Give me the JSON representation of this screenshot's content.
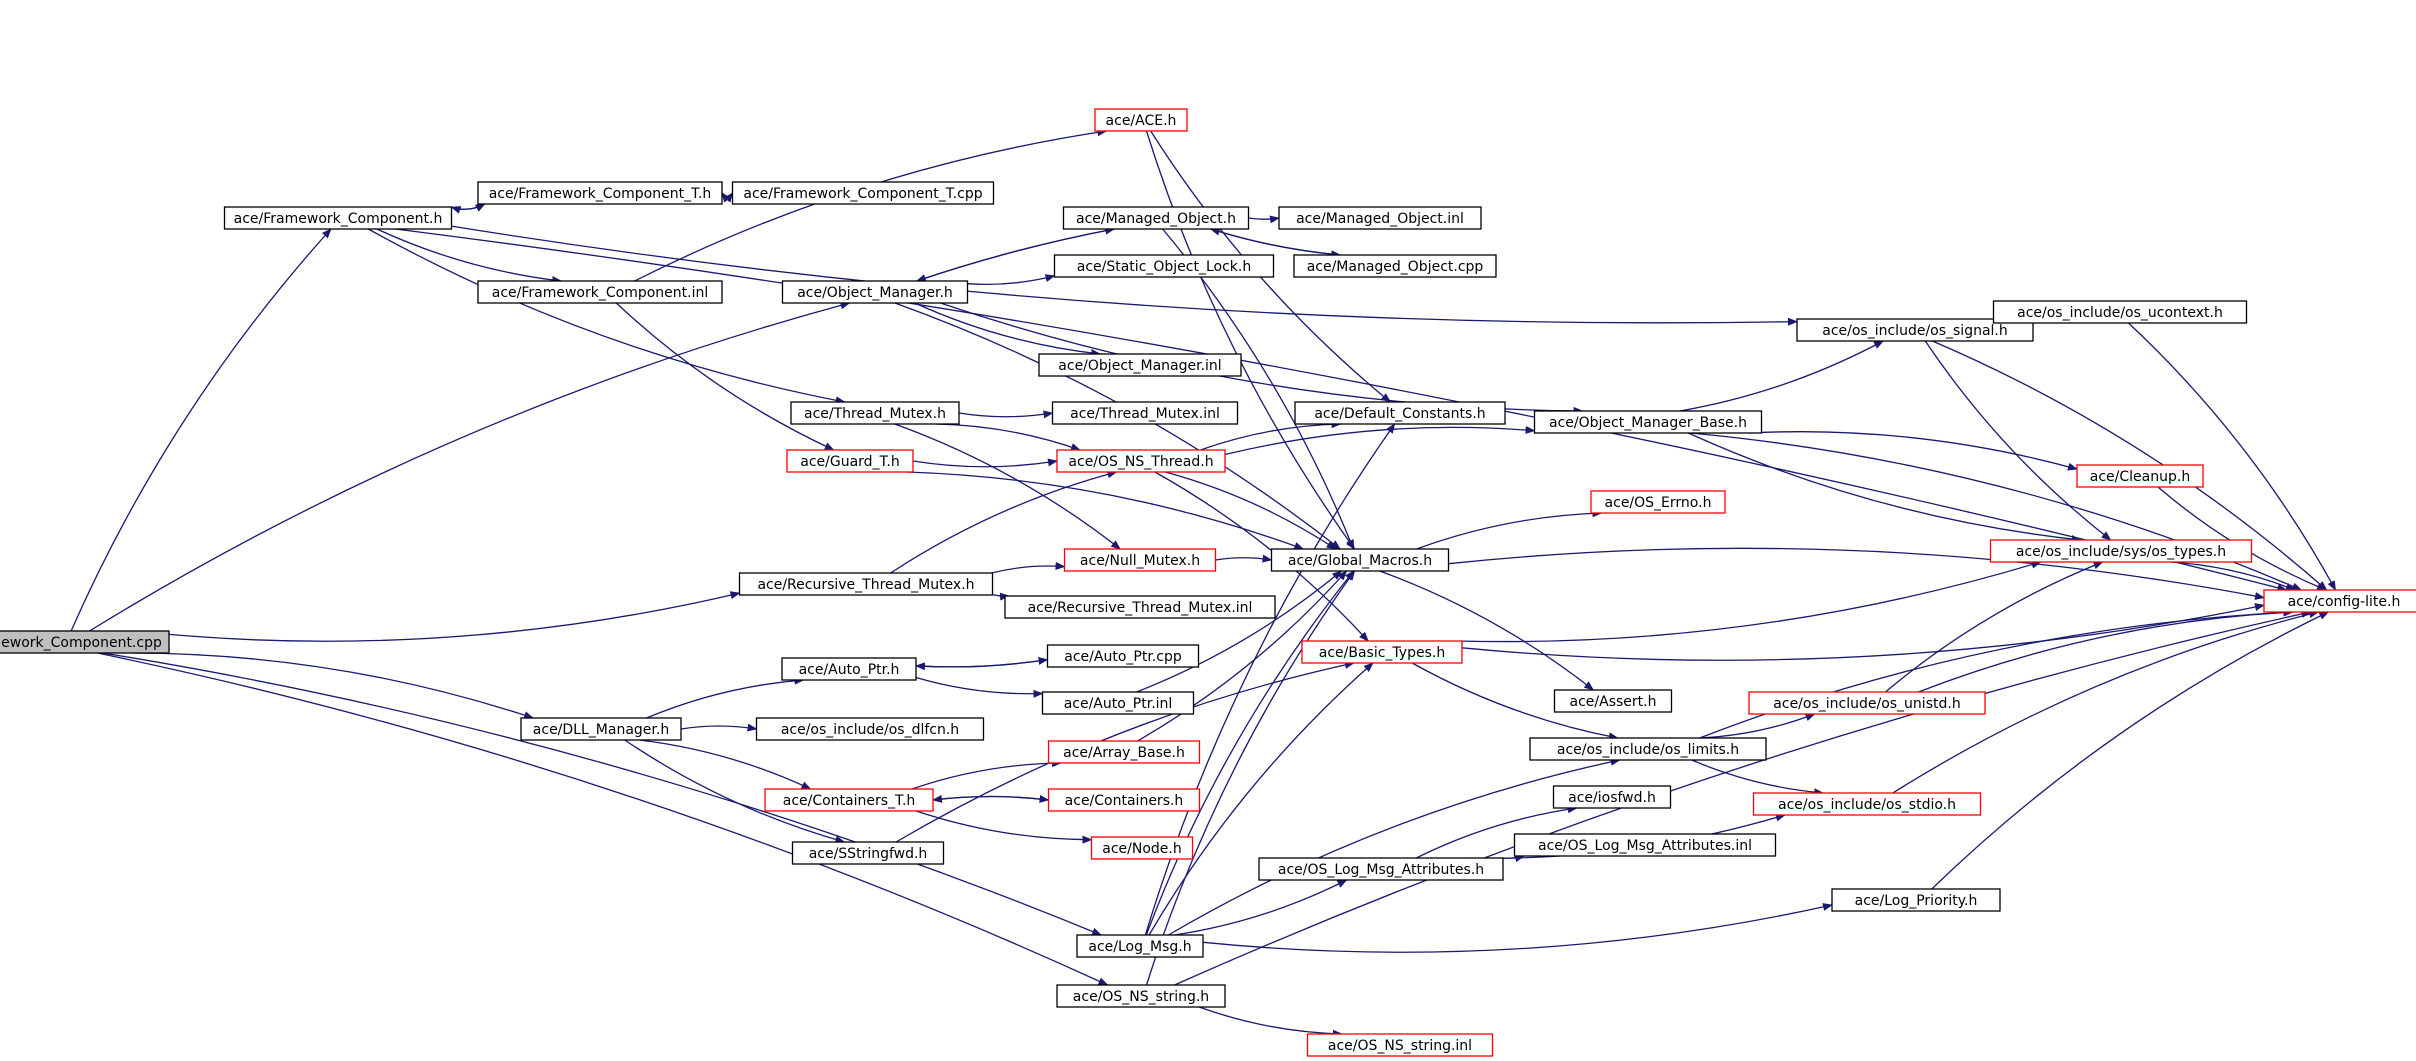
{
  "colors": {
    "edge": "#191970",
    "border_normal": "#000000",
    "border_truncated": "#ff0000",
    "root_fill": "#bfbfbf",
    "node_fill": "#ffffff"
  },
  "nodes": [
    {
      "id": "root",
      "label": "Framework_Component.cpp",
      "style": "root"
    },
    {
      "id": "fch",
      "label": "ace/Framework_Component.h",
      "style": "normal"
    },
    {
      "id": "fct",
      "label": "ace/Framework_Component_T.h",
      "style": "normal"
    },
    {
      "id": "fctcpp",
      "label": "ace/Framework_Component_T.cpp",
      "style": "normal"
    },
    {
      "id": "fcinl",
      "label": "ace/Framework_Component.inl",
      "style": "normal"
    },
    {
      "id": "ace",
      "label": "ace/ACE.h",
      "style": "truncated"
    },
    {
      "id": "om",
      "label": "ace/Object_Manager.h",
      "style": "normal"
    },
    {
      "id": "mo",
      "label": "ace/Managed_Object.h",
      "style": "normal"
    },
    {
      "id": "moinl",
      "label": "ace/Managed_Object.inl",
      "style": "normal"
    },
    {
      "id": "mocpp",
      "label": "ace/Managed_Object.cpp",
      "style": "normal"
    },
    {
      "id": "sol",
      "label": "ace/Static_Object_Lock.h",
      "style": "normal"
    },
    {
      "id": "ominl",
      "label": "ace/Object_Manager.inl",
      "style": "normal"
    },
    {
      "id": "tm",
      "label": "ace/Thread_Mutex.h",
      "style": "normal"
    },
    {
      "id": "tminl",
      "label": "ace/Thread_Mutex.inl",
      "style": "normal"
    },
    {
      "id": "dc",
      "label": "ace/Default_Constants.h",
      "style": "normal"
    },
    {
      "id": "guard",
      "label": "ace/Guard_T.h",
      "style": "truncated"
    },
    {
      "id": "osth",
      "label": "ace/OS_NS_Thread.h",
      "style": "truncated"
    },
    {
      "id": "omb",
      "label": "ace/Object_Manager_Base.h",
      "style": "normal"
    },
    {
      "id": "sig",
      "label": "ace/os_include/os_signal.h",
      "style": "normal"
    },
    {
      "id": "uctx",
      "label": "ace/os_include/os_ucontext.h",
      "style": "normal"
    },
    {
      "id": "cleanup",
      "label": "ace/Cleanup.h",
      "style": "truncated"
    },
    {
      "id": "errno",
      "label": "ace/OS_Errno.h",
      "style": "truncated"
    },
    {
      "id": "systypes",
      "label": "ace/os_include/sys/os_types.h",
      "style": "truncated"
    },
    {
      "id": "rtm",
      "label": "ace/Recursive_Thread_Mutex.h",
      "style": "normal"
    },
    {
      "id": "nullm",
      "label": "ace/Null_Mutex.h",
      "style": "truncated"
    },
    {
      "id": "gm",
      "label": "ace/Global_Macros.h",
      "style": "normal"
    },
    {
      "id": "rtminl",
      "label": "ace/Recursive_Thread_Mutex.inl",
      "style": "normal"
    },
    {
      "id": "config",
      "label": "ace/config-lite.h",
      "style": "truncated"
    },
    {
      "id": "ap",
      "label": "ace/Auto_Ptr.h",
      "style": "normal"
    },
    {
      "id": "apcpp",
      "label": "ace/Auto_Ptr.cpp",
      "style": "normal"
    },
    {
      "id": "apinl",
      "label": "ace/Auto_Ptr.inl",
      "style": "normal"
    },
    {
      "id": "bt",
      "label": "ace/Basic_Types.h",
      "style": "truncated"
    },
    {
      "id": "dll",
      "label": "ace/DLL_Manager.h",
      "style": "normal"
    },
    {
      "id": "dlfcn",
      "label": "ace/os_include/os_dlfcn.h",
      "style": "normal"
    },
    {
      "id": "assert",
      "label": "ace/Assert.h",
      "style": "normal"
    },
    {
      "id": "unistd",
      "label": "ace/os_include/os_unistd.h",
      "style": "truncated"
    },
    {
      "id": "ab",
      "label": "ace/Array_Base.h",
      "style": "truncated"
    },
    {
      "id": "limits",
      "label": "ace/os_include/os_limits.h",
      "style": "normal"
    },
    {
      "id": "ct",
      "label": "ace/Containers_T.h",
      "style": "truncated"
    },
    {
      "id": "cont",
      "label": "ace/Containers.h",
      "style": "truncated"
    },
    {
      "id": "stdio",
      "label": "ace/os_include/os_stdio.h",
      "style": "truncated"
    },
    {
      "id": "iosfwd",
      "label": "ace/iosfwd.h",
      "style": "normal"
    },
    {
      "id": "node",
      "label": "ace/Node.h",
      "style": "truncated"
    },
    {
      "id": "ssf",
      "label": "ace/SStringfwd.h",
      "style": "normal"
    },
    {
      "id": "lma",
      "label": "ace/OS_Log_Msg_Attributes.h",
      "style": "normal"
    },
    {
      "id": "lmainl",
      "label": "ace/OS_Log_Msg_Attributes.inl",
      "style": "normal"
    },
    {
      "id": "lp",
      "label": "ace/Log_Priority.h",
      "style": "normal"
    },
    {
      "id": "lm",
      "label": "ace/Log_Msg.h",
      "style": "normal"
    },
    {
      "id": "oss",
      "label": "ace/OS_NS_string.h",
      "style": "normal"
    },
    {
      "id": "ossinl",
      "label": "ace/OS_NS_string.inl",
      "style": "truncated"
    }
  ],
  "edges": [
    [
      "root",
      "fch"
    ],
    [
      "root",
      "om"
    ],
    [
      "root",
      "rtm"
    ],
    [
      "root",
      "dll"
    ],
    [
      "root",
      "lm"
    ],
    [
      "root",
      "oss"
    ],
    [
      "fch",
      "fct"
    ],
    [
      "fch",
      "fcinl"
    ],
    [
      "fch",
      "tm"
    ],
    [
      "fch",
      "sig"
    ],
    [
      "fch",
      "config"
    ],
    [
      "fct",
      "fch"
    ],
    [
      "fct",
      "fctcpp"
    ],
    [
      "fctcpp",
      "fct"
    ],
    [
      "fcinl",
      "ace"
    ],
    [
      "fcinl",
      "guard"
    ],
    [
      "ace",
      "dc"
    ],
    [
      "ace",
      "gm"
    ],
    [
      "om",
      "mo"
    ],
    [
      "om",
      "sol"
    ],
    [
      "om",
      "ominl"
    ],
    [
      "om",
      "omb"
    ],
    [
      "om",
      "gm"
    ],
    [
      "mo",
      "om"
    ],
    [
      "mo",
      "moinl"
    ],
    [
      "mo",
      "mocpp"
    ],
    [
      "mo",
      "gm"
    ],
    [
      "mocpp",
      "mo"
    ],
    [
      "tm",
      "tminl"
    ],
    [
      "tm",
      "osth"
    ],
    [
      "tm",
      "nullm"
    ],
    [
      "guard",
      "osth"
    ],
    [
      "guard",
      "gm"
    ],
    [
      "osth",
      "dc"
    ],
    [
      "osth",
      "omb"
    ],
    [
      "osth",
      "gm"
    ],
    [
      "osth",
      "bt"
    ],
    [
      "omb",
      "sig"
    ],
    [
      "omb",
      "cleanup"
    ],
    [
      "omb",
      "systypes"
    ],
    [
      "omb",
      "config"
    ],
    [
      "sig",
      "uctx"
    ],
    [
      "sig",
      "systypes"
    ],
    [
      "sig",
      "config"
    ],
    [
      "uctx",
      "sig"
    ],
    [
      "uctx",
      "config"
    ],
    [
      "cleanup",
      "config"
    ],
    [
      "systypes",
      "config"
    ],
    [
      "rtm",
      "osth"
    ],
    [
      "rtm",
      "nullm"
    ],
    [
      "rtm",
      "rtminl"
    ],
    [
      "nullm",
      "gm"
    ],
    [
      "gm",
      "errno"
    ],
    [
      "gm",
      "assert"
    ],
    [
      "gm",
      "config"
    ],
    [
      "dll",
      "ap"
    ],
    [
      "dll",
      "dlfcn"
    ],
    [
      "dll",
      "ct"
    ],
    [
      "dll",
      "ssf"
    ],
    [
      "ap",
      "apcpp"
    ],
    [
      "ap",
      "apinl"
    ],
    [
      "apcpp",
      "ap"
    ],
    [
      "apinl",
      "gm"
    ],
    [
      "ct",
      "ab"
    ],
    [
      "ct",
      "cont"
    ],
    [
      "ct",
      "node"
    ],
    [
      "cont",
      "ct"
    ],
    [
      "ab",
      "gm"
    ],
    [
      "bt",
      "systypes"
    ],
    [
      "bt",
      "config"
    ],
    [
      "bt",
      "limits"
    ],
    [
      "limits",
      "unistd"
    ],
    [
      "limits",
      "stdio"
    ],
    [
      "limits",
      "config"
    ],
    [
      "unistd",
      "systypes"
    ],
    [
      "unistd",
      "config"
    ],
    [
      "stdio",
      "config"
    ],
    [
      "ssf",
      "bt"
    ],
    [
      "lm",
      "gm"
    ],
    [
      "lm",
      "dc"
    ],
    [
      "lm",
      "lma"
    ],
    [
      "lm",
      "lp"
    ],
    [
      "lm",
      "bt"
    ],
    [
      "lm",
      "limits"
    ],
    [
      "lma",
      "iosfwd"
    ],
    [
      "lma",
      "lmainl"
    ],
    [
      "lma",
      "stdio"
    ],
    [
      "lp",
      "config"
    ],
    [
      "oss",
      "ossinl"
    ],
    [
      "oss",
      "gm"
    ],
    [
      "oss",
      "config"
    ]
  ]
}
